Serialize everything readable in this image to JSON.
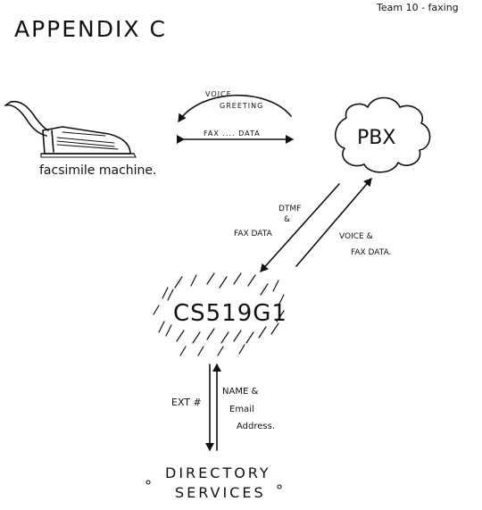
{
  "page": {
    "title": "APPENDIX C",
    "author_note": "Team 10 - faxing"
  },
  "nodes": {
    "fax_machine": {
      "label": "facsimile machine."
    },
    "pbx": {
      "label": "PBX"
    },
    "cs": {
      "label": "CS519G1"
    },
    "directory": {
      "line1": "DIRECTORY",
      "line2": "SERVICES"
    }
  },
  "edges": {
    "voice_greeting": {
      "line1": "VOICE",
      "line2": "GREETING"
    },
    "fax_data": {
      "label": "FAX .... DATA"
    },
    "dtmf": {
      "line1": "DTMF",
      "line2": "&",
      "line3": "FAX DATA"
    },
    "voice_fax": {
      "line1": "VOICE &",
      "line2": "FAX DATA."
    },
    "ext": {
      "label": "EXT #"
    },
    "name_email": {
      "line1": "NAME &",
      "line2": "Email",
      "line3": "Address."
    }
  },
  "colors": {
    "ink": "#111111",
    "paper": "#ffffff"
  }
}
